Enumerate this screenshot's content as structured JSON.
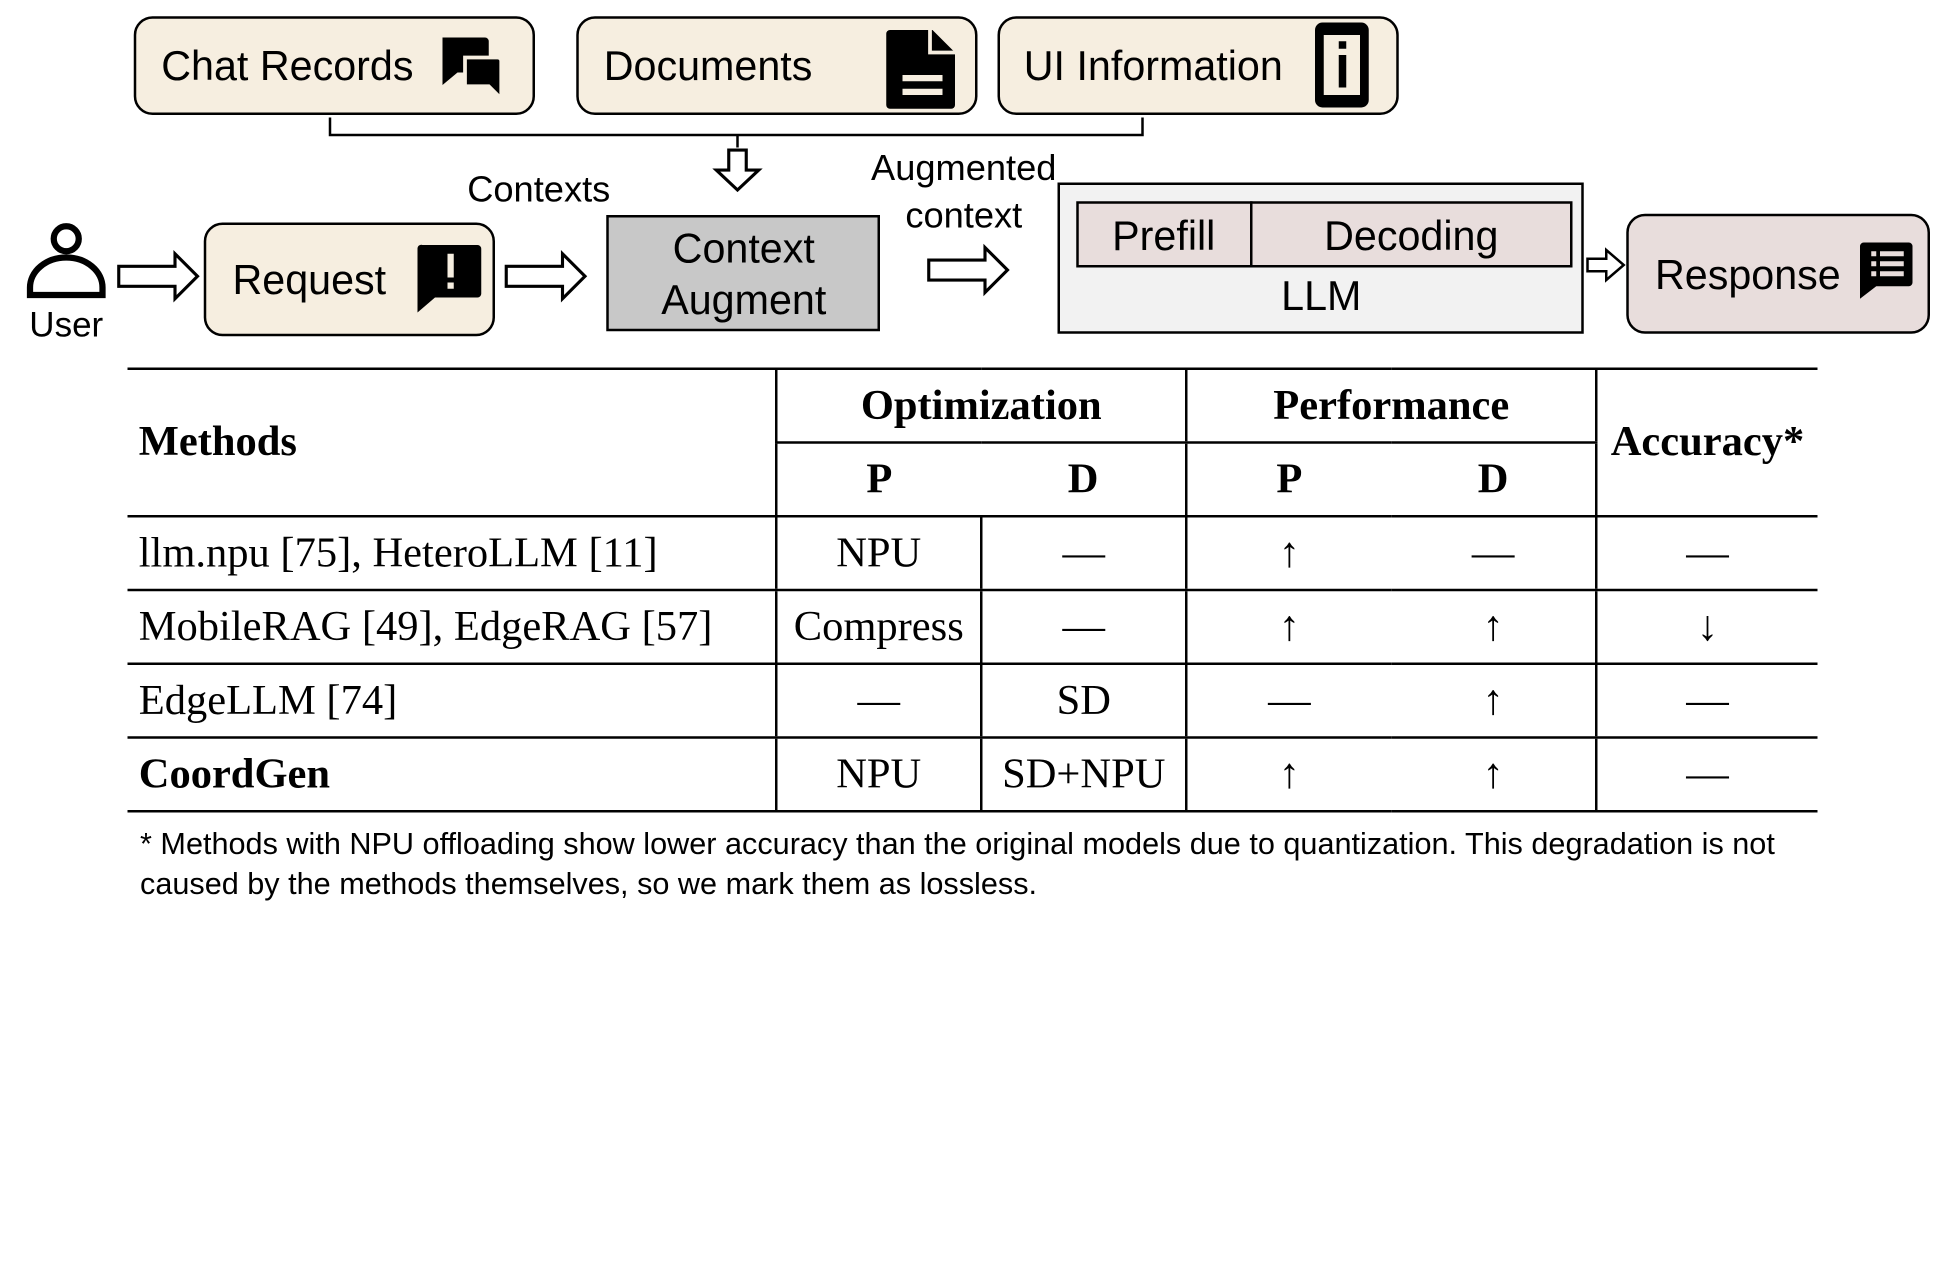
{
  "diagram": {
    "sources": [
      {
        "label": "Chat Records",
        "icon": "chat-icon"
      },
      {
        "label": "Documents",
        "icon": "document-icon"
      },
      {
        "label": "UI Information",
        "icon": "info-icon"
      }
    ],
    "user_label": "User",
    "user_icon": "user-icon",
    "request_label": "Request",
    "request_icon": "alert-message-icon",
    "contexts_label": "Contexts",
    "context_augment": [
      "Context",
      "Augment"
    ],
    "augmented_context": [
      "Augmented",
      "context"
    ],
    "llm": {
      "prefill": "Prefill",
      "decoding": "Decoding",
      "label": "LLM"
    },
    "response_label": "Response",
    "response_icon": "message-list-icon",
    "colors": {
      "box_fill": "#f6eee0",
      "augment_fill": "#c8c8c8",
      "stage_fill": "#e8dddc",
      "llm_fill": "#f2f2f2",
      "response_fill": "#e8dddc"
    }
  },
  "table": {
    "headers": {
      "methods": "Methods",
      "optimization": "Optimization",
      "performance": "Performance",
      "accuracy": "Accuracy*",
      "p": "P",
      "d": "D"
    },
    "rows": [
      {
        "method": "llm.npu [75], HeteroLLM [11]",
        "opt_p": "NPU",
        "opt_d": "—",
        "perf_p": "↑",
        "perf_d": "—",
        "acc": "—",
        "bold": false
      },
      {
        "method": "MobileRAG [49], EdgeRAG [57]",
        "opt_p": "Compress",
        "opt_d": "—",
        "perf_p": "↑",
        "perf_d": "↑",
        "acc": "↓",
        "bold": false
      },
      {
        "method": "EdgeLLM [74]",
        "opt_p": "—",
        "opt_d": "SD",
        "perf_p": "—",
        "perf_d": "↑",
        "acc": "—",
        "bold": false
      },
      {
        "method": "CoordGen",
        "opt_p": "NPU",
        "opt_d": "SD+NPU",
        "perf_p": "↑",
        "perf_d": "↑",
        "acc": "—",
        "bold": true
      }
    ]
  },
  "footnote": "* Methods with NPU offloading show lower accuracy than the original models due to quantization. This degradation is not caused by the methods themselves, so we mark them as lossless."
}
